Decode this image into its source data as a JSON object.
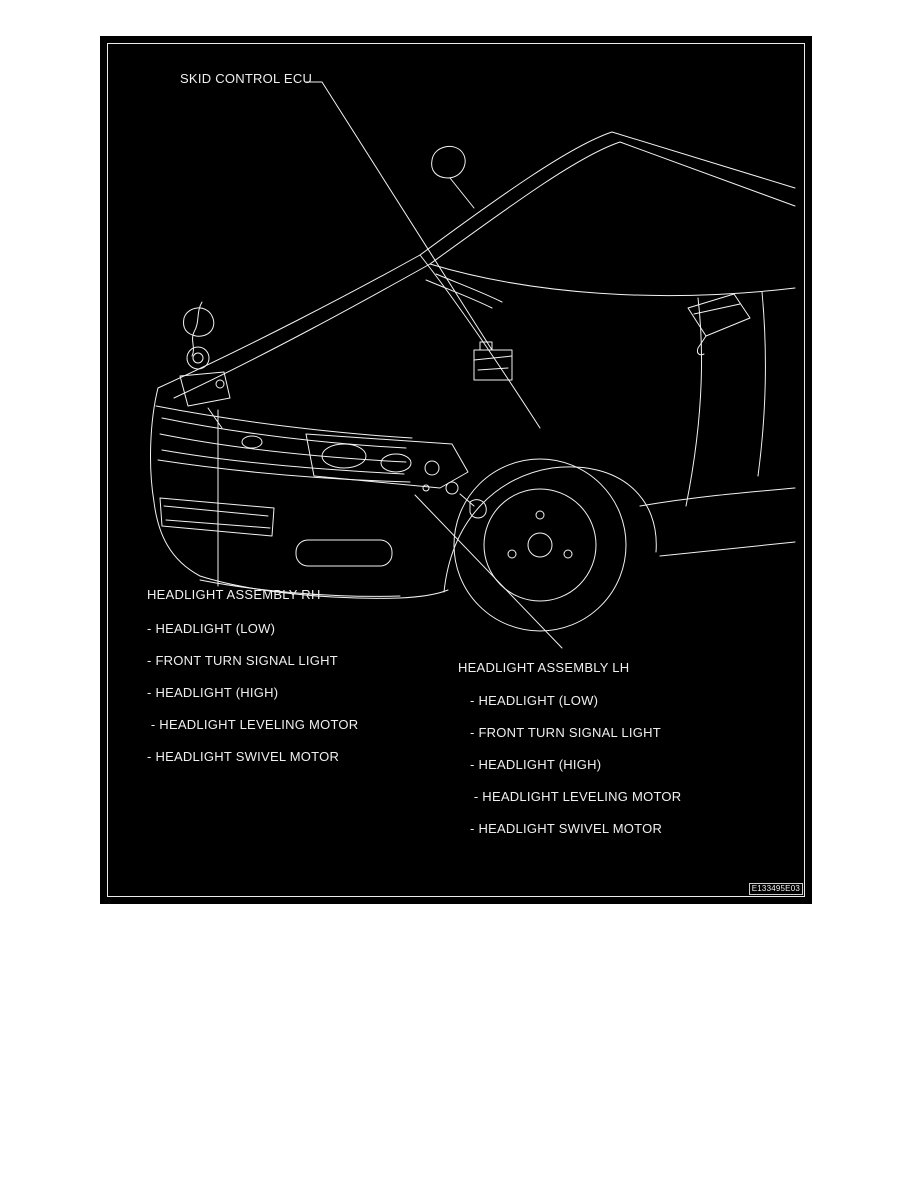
{
  "diagram": {
    "background": "#000000",
    "line_color": "#f2f2f2",
    "figure_code": "E133495E03",
    "labels": {
      "skid_control_ecu": "SKID CONTROL ECU",
      "rh": {
        "title": "HEADLIGHT ASSEMBLY RH",
        "items": [
          "- HEADLIGHT (LOW)",
          "- FRONT TURN SIGNAL LIGHT",
          "- HEADLIGHT (HIGH)",
          " - HEADLIGHT LEVELING MOTOR",
          "- HEADLIGHT SWIVEL MOTOR"
        ]
      },
      "lh": {
        "title": "HEADLIGHT ASSEMBLY LH",
        "items": [
          "- HEADLIGHT (LOW)",
          "- FRONT TURN SIGNAL LIGHT",
          "- HEADLIGHT (HIGH)",
          " - HEADLIGHT LEVELING MOTOR",
          "- HEADLIGHT SWIVEL MOTOR"
        ]
      }
    }
  }
}
